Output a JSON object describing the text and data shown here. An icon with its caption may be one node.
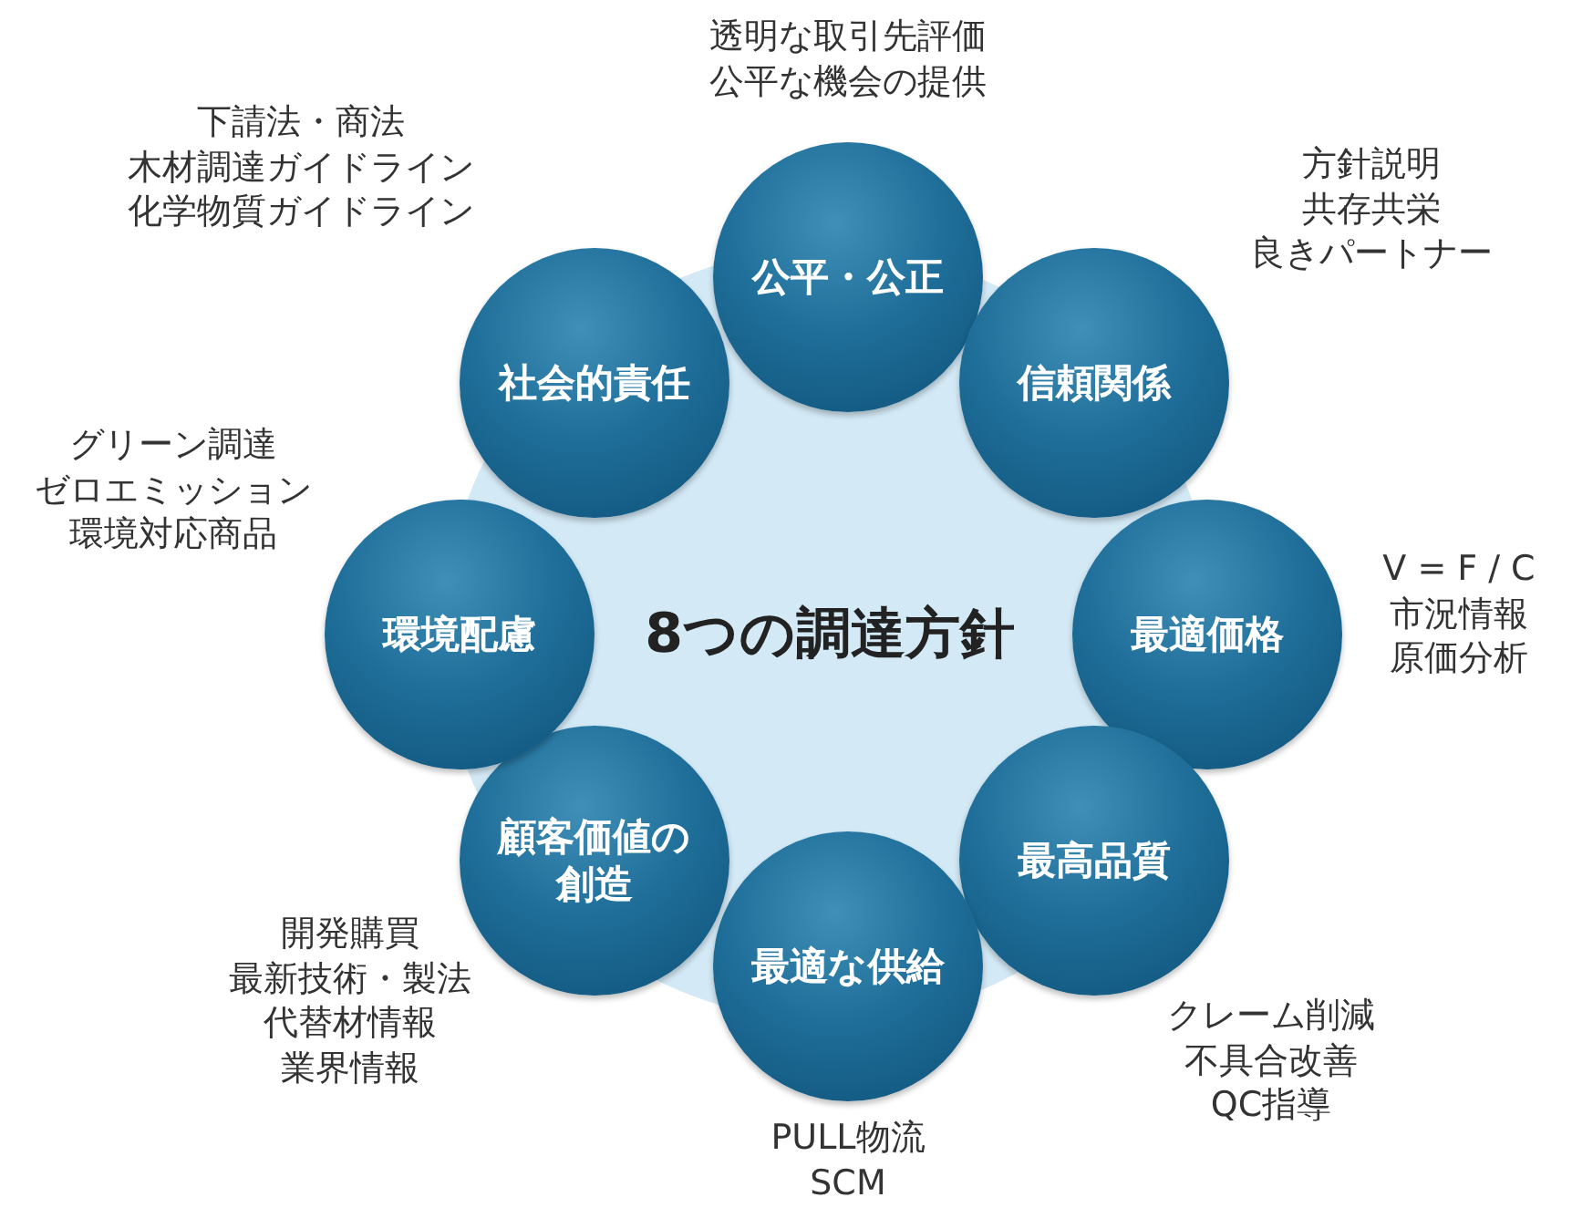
{
  "diagram": {
    "nodes": [
      {
        "text": [
          "8つの調達方針"
        ]
      },
      {
        "text": [
          "公平・公正"
        ],
        "beside": [
          "透明な取引先評価",
          "公平な機会の提供"
        ]
      },
      {
        "text": [
          "信頼関係"
        ],
        "beside": [
          "方針説明",
          "共存共栄",
          "良きパートナー"
        ]
      },
      {
        "text": [
          "最適価格"
        ],
        "beside": [
          "V = F / C",
          "市況情報",
          "原価分析"
        ]
      },
      {
        "text": [
          "最高品質"
        ],
        "beside": [
          "クレーム削減",
          "不具合改善",
          "QC指導"
        ]
      },
      {
        "text": [
          "最適な供給"
        ],
        "beside": [
          "PULL物流",
          "SCM"
        ]
      },
      {
        "text": [
          "顧客価値の創造"
        ],
        "beside": [
          "開発購買",
          "最新技術・製法",
          "代替材情報",
          "業界情報"
        ]
      },
      {
        "text": [
          "環境配慮"
        ],
        "beside": [
          "グリーン調達",
          "ゼロエミッション",
          "環境対応商品"
        ]
      },
      {
        "text": [
          "社会的責任"
        ],
        "beside": [
          "下請法・商法",
          "木材調達ガイドライン",
          "化学物質ガイドライン"
        ]
      }
    ],
    "edges": []
  }
}
